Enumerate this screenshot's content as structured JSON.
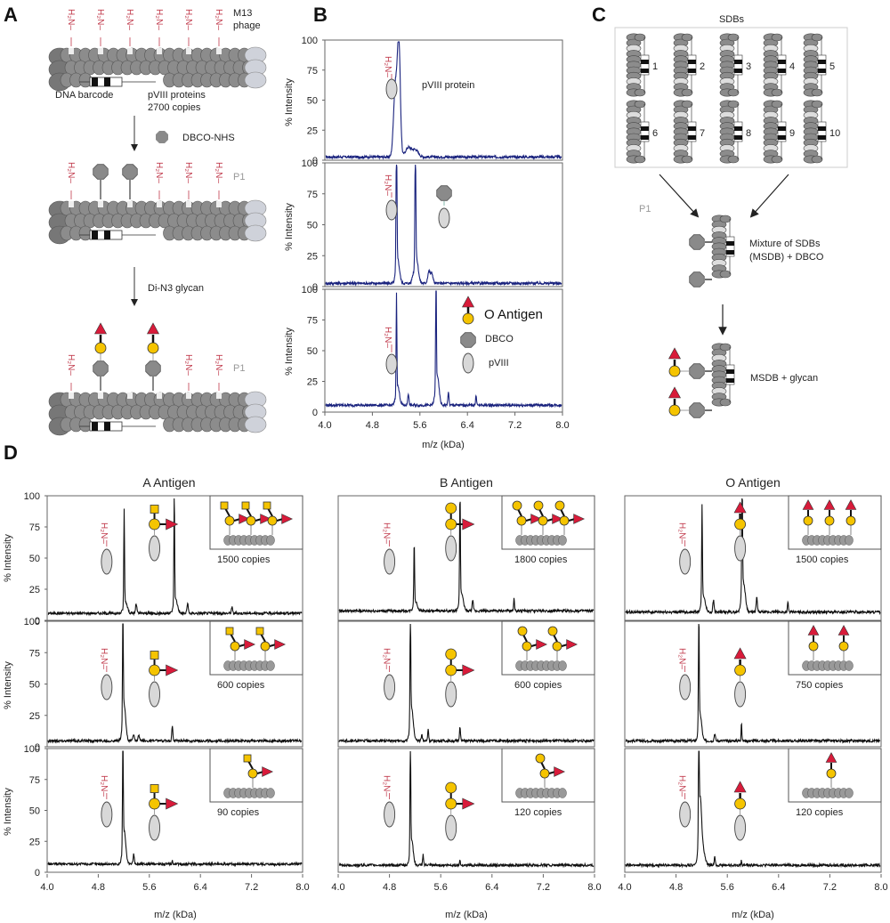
{
  "figure": {
    "panel_labels": [
      "A",
      "B",
      "C",
      "D"
    ],
    "colors": {
      "spectrum_b": "#1a237e",
      "spectrum_d": "#111111",
      "amine_red": "#c0394b",
      "galactose_yellow": "#f5c400",
      "fucose_red": "#d81b3a",
      "dbco_gray": "#8a8a8a",
      "pviii_light": "#d8d8d8",
      "phage_dark": "#8c8c8c",
      "phage_end": "#cfd2da"
    }
  },
  "panel_a": {
    "amine_label": "H2N",
    "phage_label_line1": "M13",
    "phage_label_line2": "phage",
    "dna_barcode_label": "DNA barcode",
    "pviii_label_line1": "pVIII proteins",
    "pviii_label_line2": "2700 copies",
    "reagent1_label": "DBCO-NHS",
    "reagent2_label": "Di-N3 glycan",
    "p1_label": "P1"
  },
  "panel_b": {
    "ylabel": "% Intensity",
    "xlabel": "m/z (kDa)",
    "annotations": {
      "top": "pVIII protein",
      "legend_o_antigen": "O Antigen",
      "legend_dbco": "DBCO",
      "legend_pviii": "pVIII"
    }
  },
  "panel_c": {
    "sdbs_title": "SDBs",
    "sdb_numbers": [
      "1",
      "2",
      "3",
      "4",
      "5",
      "6",
      "7",
      "8",
      "9",
      "10"
    ],
    "p1_label": "P1",
    "mixture_line1": "Mixture of SDBs",
    "mixture_line2": "(MSDB) + DBCO",
    "final_label": "MSDB + glycan"
  },
  "panel_d": {
    "column_titles": [
      "A Antigen",
      "B Antigen",
      "O Antigen"
    ],
    "ylabel": "% Intensity",
    "xlabel": "m/z (kDa)",
    "copies": [
      [
        "1500 copies",
        "600 copies",
        "90 copies"
      ],
      [
        "1800 copies",
        "600 copies",
        "120 copies"
      ],
      [
        "1500 copies",
        "750 copies",
        "120 copies"
      ]
    ]
  },
  "chart_data": [
    {
      "type": "line",
      "panel": "B",
      "title": "",
      "xlabel": "m/z (kDa)",
      "ylabel": "% Intensity",
      "xlim": [
        4.0,
        8.0
      ],
      "ylim": [
        0,
        100
      ],
      "xticks": [
        "4.0",
        "4.8",
        "5.6",
        "6.4",
        "7.2",
        "8.0"
      ],
      "yticks": [
        "0",
        "25",
        "50",
        "75",
        "100"
      ],
      "subplots": [
        {
          "name": "pVIII protein",
          "baseline": 2,
          "peaks": [
            [
              5.18,
              60,
              0.03
            ],
            [
              5.24,
              96,
              0.025
            ],
            [
              5.4,
              8,
              0.05
            ],
            [
              5.52,
              6,
              0.05
            ]
          ]
        },
        {
          "name": "pVIII + DBCO",
          "baseline": 2,
          "peaks": [
            [
              5.2,
              100,
              0.008
            ],
            [
              5.22,
              20,
              0.03
            ],
            [
              5.48,
              5,
              0.02
            ],
            [
              5.52,
              97,
              0.008
            ],
            [
              5.54,
              20,
              0.03
            ],
            [
              5.75,
              10,
              0.02
            ],
            [
              5.8,
              8,
              0.02
            ]
          ]
        },
        {
          "name": "pVIII + DBCO + O Antigen",
          "baseline": 5,
          "peaks": [
            [
              5.2,
              80,
              0.006
            ],
            [
              5.22,
              16,
              0.03
            ],
            [
              5.4,
              10,
              0.01
            ],
            [
              5.87,
              95,
              0.006
            ],
            [
              5.89,
              25,
              0.03
            ],
            [
              6.08,
              10,
              0.01
            ],
            [
              6.55,
              9,
              0.008
            ]
          ]
        }
      ]
    },
    {
      "type": "line",
      "panel": "D",
      "xlabel": "m/z (kDa)",
      "ylabel": "% Intensity",
      "xlim": [
        4.0,
        8.0
      ],
      "ylim": [
        0,
        100
      ],
      "xticks": [
        "4.0",
        "4.8",
        "5.6",
        "6.4",
        "7.2",
        "8.0"
      ],
      "yticks": [
        "0",
        "25",
        "50",
        "75",
        "100"
      ],
      "columns": [
        {
          "title": "A Antigen",
          "rows": [
            {
              "copies": "1500 copies",
              "baseline": 3,
              "peaks": [
                [
                  5.2,
                  80,
                  0.006
                ],
                [
                  5.22,
                  10,
                  0.03
                ],
                [
                  5.39,
                  8,
                  0.01
                ],
                [
                  5.99,
                  94,
                  0.006
                ],
                [
                  6.01,
                  12,
                  0.03
                ],
                [
                  6.2,
                  8,
                  0.01
                ],
                [
                  6.9,
                  5,
                  0.01
                ]
              ]
            },
            {
              "copies": "600 copies",
              "baseline": 2,
              "peaks": [
                [
                  5.18,
                  100,
                  0.006
                ],
                [
                  5.2,
                  30,
                  0.025
                ],
                [
                  5.35,
                  6,
                  0.01
                ],
                [
                  5.43,
                  5,
                  0.01
                ],
                [
                  5.96,
                  12,
                  0.008
                ]
              ]
            },
            {
              "copies": "90 copies",
              "baseline": 4,
              "peaks": [
                [
                  5.18,
                  100,
                  0.006
                ],
                [
                  5.2,
                  28,
                  0.025
                ],
                [
                  5.35,
                  8,
                  0.01
                ],
                [
                  5.96,
                  3,
                  0.006
                ]
              ]
            }
          ]
        },
        {
          "title": "B Antigen",
          "rows": [
            {
              "copies": "1800 copies",
              "baseline": 5,
              "peaks": [
                [
                  5.18,
                  53,
                  0.006
                ],
                [
                  5.2,
                  8,
                  0.03
                ],
                [
                  5.9,
                  88,
                  0.006
                ],
                [
                  5.92,
                  15,
                  0.03
                ],
                [
                  6.1,
                  8,
                  0.01
                ],
                [
                  6.75,
                  10,
                  0.008
                ]
              ]
            },
            {
              "copies": "600 copies",
              "baseline": 2,
              "peaks": [
                [
                  5.12,
                  100,
                  0.006
                ],
                [
                  5.14,
                  28,
                  0.025
                ],
                [
                  5.3,
                  5,
                  0.01
                ],
                [
                  5.4,
                  10,
                  0.008
                ],
                [
                  5.9,
                  12,
                  0.008
                ]
              ]
            },
            {
              "copies": "120 copies",
              "baseline": 3,
              "peaks": [
                [
                  5.12,
                  100,
                  0.006
                ],
                [
                  5.14,
                  22,
                  0.025
                ],
                [
                  5.32,
                  9,
                  0.008
                ],
                [
                  5.9,
                  5,
                  0.006
                ]
              ]
            }
          ]
        },
        {
          "title": "O Antigen",
          "rows": [
            {
              "copies": "1500 copies",
              "baseline": 4,
              "peaks": [
                [
                  5.2,
                  80,
                  0.006
                ],
                [
                  5.22,
                  14,
                  0.03
                ],
                [
                  5.38,
                  10,
                  0.01
                ],
                [
                  5.83,
                  95,
                  0.006
                ],
                [
                  5.85,
                  25,
                  0.03
                ],
                [
                  6.06,
                  12,
                  0.01
                ],
                [
                  6.55,
                  8,
                  0.008
                ]
              ]
            },
            {
              "copies": "750 copies",
              "baseline": 2,
              "peaks": [
                [
                  5.15,
                  100,
                  0.006
                ],
                [
                  5.17,
                  22,
                  0.025
                ],
                [
                  5.4,
                  6,
                  0.01
                ],
                [
                  5.82,
                  16,
                  0.006
                ]
              ]
            },
            {
              "copies": "120 copies",
              "baseline": 3,
              "peaks": [
                [
                  5.15,
                  100,
                  0.006
                ],
                [
                  5.17,
                  40,
                  0.02
                ],
                [
                  5.19,
                  20,
                  0.04
                ],
                [
                  5.4,
                  8,
                  0.008
                ],
                [
                  5.82,
                  4,
                  0.006
                ]
              ]
            }
          ]
        }
      ]
    }
  ]
}
